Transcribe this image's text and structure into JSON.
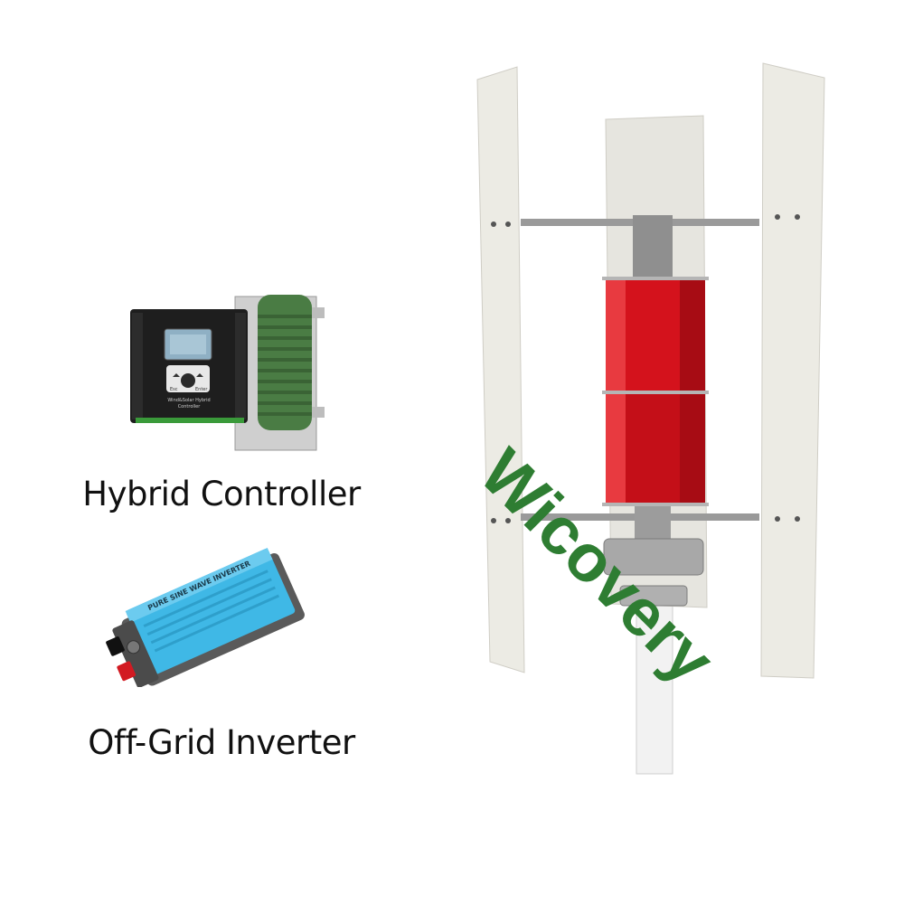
{
  "captions": {
    "controller": "Hybrid Controller",
    "inverter": "Off-Grid Inverter"
  },
  "controller_labels": {
    "esc": "Esc",
    "enter": "Enter",
    "title_line1": "Wind&Solar Hybrid",
    "title_line2": "Controller"
  },
  "inverter_label": "PURE SINE WAVE INVERTER",
  "watermark": "Wicovery",
  "colors": {
    "watermark": "#2e7d32",
    "rotor_red": "#d4121c",
    "blade": "#ecebe4",
    "inverter_blue": "#3fb8e6",
    "controller_body": "#1e1e1e",
    "resistor_green": "#4a7c44"
  }
}
